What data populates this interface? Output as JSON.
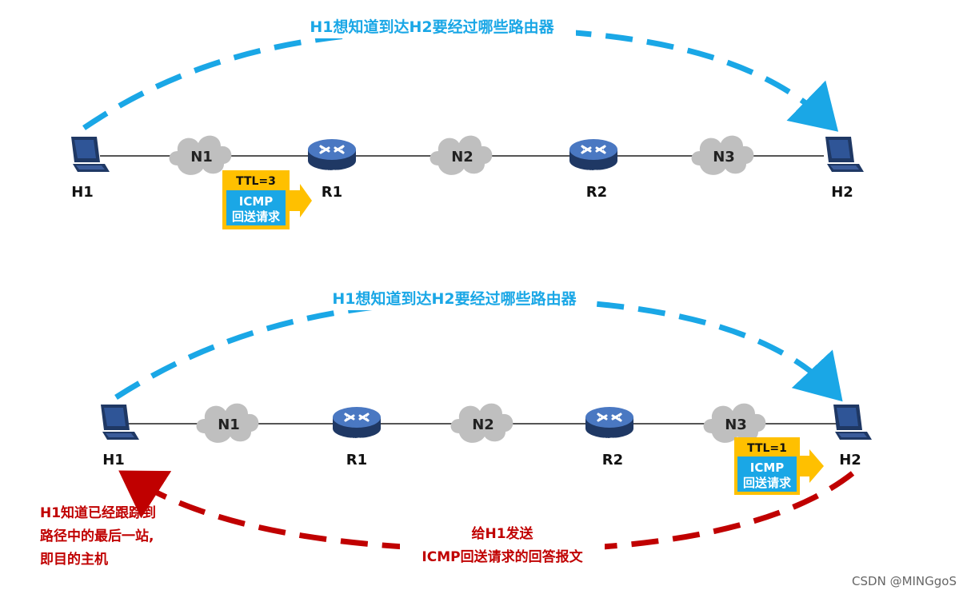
{
  "diagram1": {
    "title": "H1想知道到达H2要经过哪些路由器",
    "host_left": "H1",
    "host_right": "H2",
    "clouds": [
      "N1",
      "N2",
      "N3"
    ],
    "routers": [
      "R1",
      "R2"
    ],
    "router_badge": "ROUTER",
    "ttl": "TTL=3",
    "icmp_line1": "ICMP",
    "icmp_line2": "回送请求"
  },
  "diagram2": {
    "title": "H1想知道到达H2要经过哪些路由器",
    "host_left": "H1",
    "host_right": "H2",
    "clouds": [
      "N1",
      "N2",
      "N3"
    ],
    "routers": [
      "R1",
      "R2"
    ],
    "router_badge": "ROUTER",
    "ttl": "TTL=1",
    "icmp_line1": "ICMP",
    "icmp_line2": "回送请求",
    "left_note": [
      "H1知道已经跟踪到",
      "路径中的最后一站,",
      "即目的主机"
    ],
    "bottom_note": [
      "给H1发送",
      "ICMP回送请求的回答报文"
    ]
  },
  "watermark": "CSDN @MINGgoS",
  "colors": {
    "title_blue": "#1aa7e6",
    "return_red": "#c00000",
    "ttl_yellow": "#ffc000",
    "icmp_blue": "#1aa7e6",
    "cloud_grey": "#bfbfbf",
    "router_blue": "#2f5597"
  }
}
